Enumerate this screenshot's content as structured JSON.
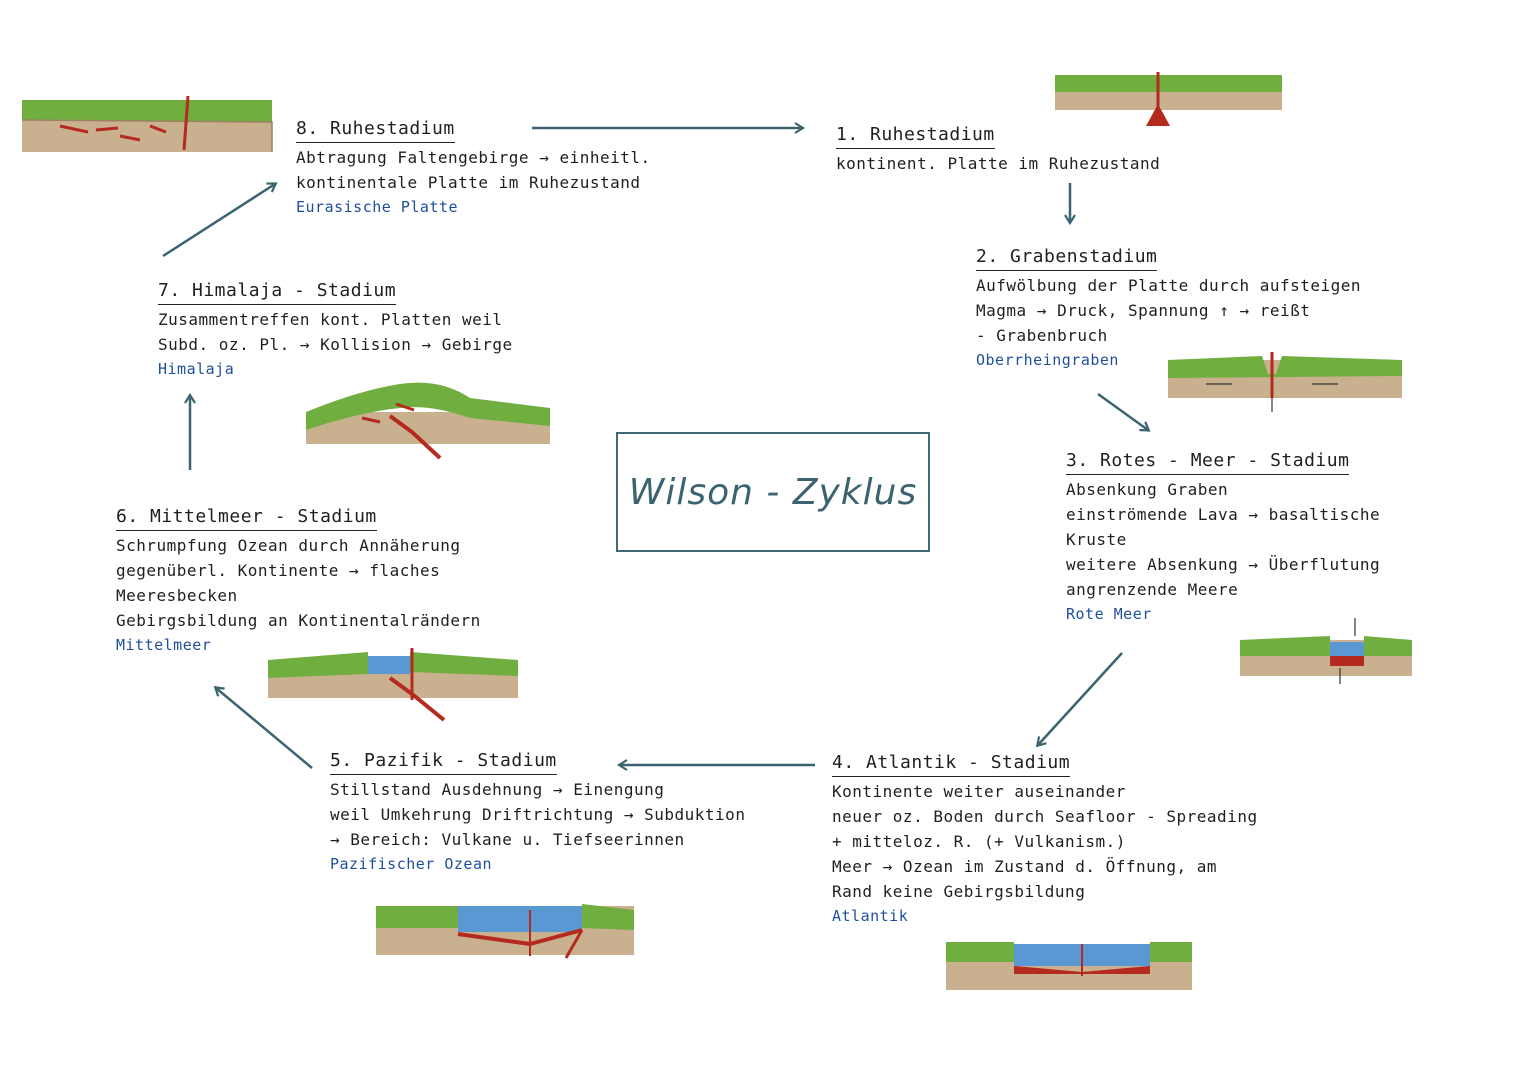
{
  "center": {
    "title": "Wilson - Zyklus"
  },
  "stages": [
    {
      "title": "8. Ruhestadium",
      "lines": [
        "Abtragung Faltengebirge → einheitl.",
        "kontinentale Platte im Ruhezustand"
      ],
      "example": "Eurasische Platte"
    },
    {
      "title": "1. Ruhestadium",
      "lines": [
        "kontinent. Platte im Ruhezustand"
      ],
      "example": ""
    },
    {
      "title": "2. Grabenstadium",
      "lines": [
        "Aufwölbung der Platte durch aufsteigen",
        "Magma → Druck, Spannung ↑ → reißt",
        "- Grabenbruch"
      ],
      "example": "Oberrheingraben"
    },
    {
      "title": "3. Rotes - Meer - Stadium",
      "lines": [
        "Absenkung Graben",
        "einströmende Lava → basaltische",
        "Kruste",
        "weitere Absenkung → Überflutung",
        "angrenzende Meere"
      ],
      "example": "Rote Meer"
    },
    {
      "title": "4. Atlantik - Stadium",
      "lines": [
        "Kontinente weiter auseinander",
        "neuer oz. Boden durch Seafloor - Spreading",
        "+ mitteloz. R. (+ Vulkanism.)",
        "Meer → Ozean im Zustand d. Öffnung, am",
        "Rand keine Gebirgsbildung"
      ],
      "example": "Atlantik"
    },
    {
      "title": "5. Pazifik - Stadium",
      "lines": [
        "Stillstand Ausdehnung → Einengung",
        "weil Umkehrung Driftrichtung → Subduktion",
        "→ Bereich: Vulkane u. Tiefseerinnen"
      ],
      "example": "Pazifischer Ozean"
    },
    {
      "title": "6. Mittelmeer - Stadium",
      "lines": [
        "Schrumpfung Ozean durch Annäherung",
        "gegenüberl. Kontinente → flaches",
        "Meeresbecken",
        "Gebirgsbildung an Kontinentalrändern"
      ],
      "example": "Mittelmeer"
    },
    {
      "title": "7. Himalaja - Stadium",
      "lines": [
        "Zusammentreffen kont. Platten weil",
        "Subd. oz. Pl. → Kollision → Gebirge"
      ],
      "example": "Himalaja"
    }
  ],
  "colors": {
    "grass": "#6fae3f",
    "soil": "#c9b08e",
    "magma": "#b52a1f",
    "water": "#5a98d4",
    "accent": "#3b6470",
    "example_text": "#1f4f9c"
  }
}
